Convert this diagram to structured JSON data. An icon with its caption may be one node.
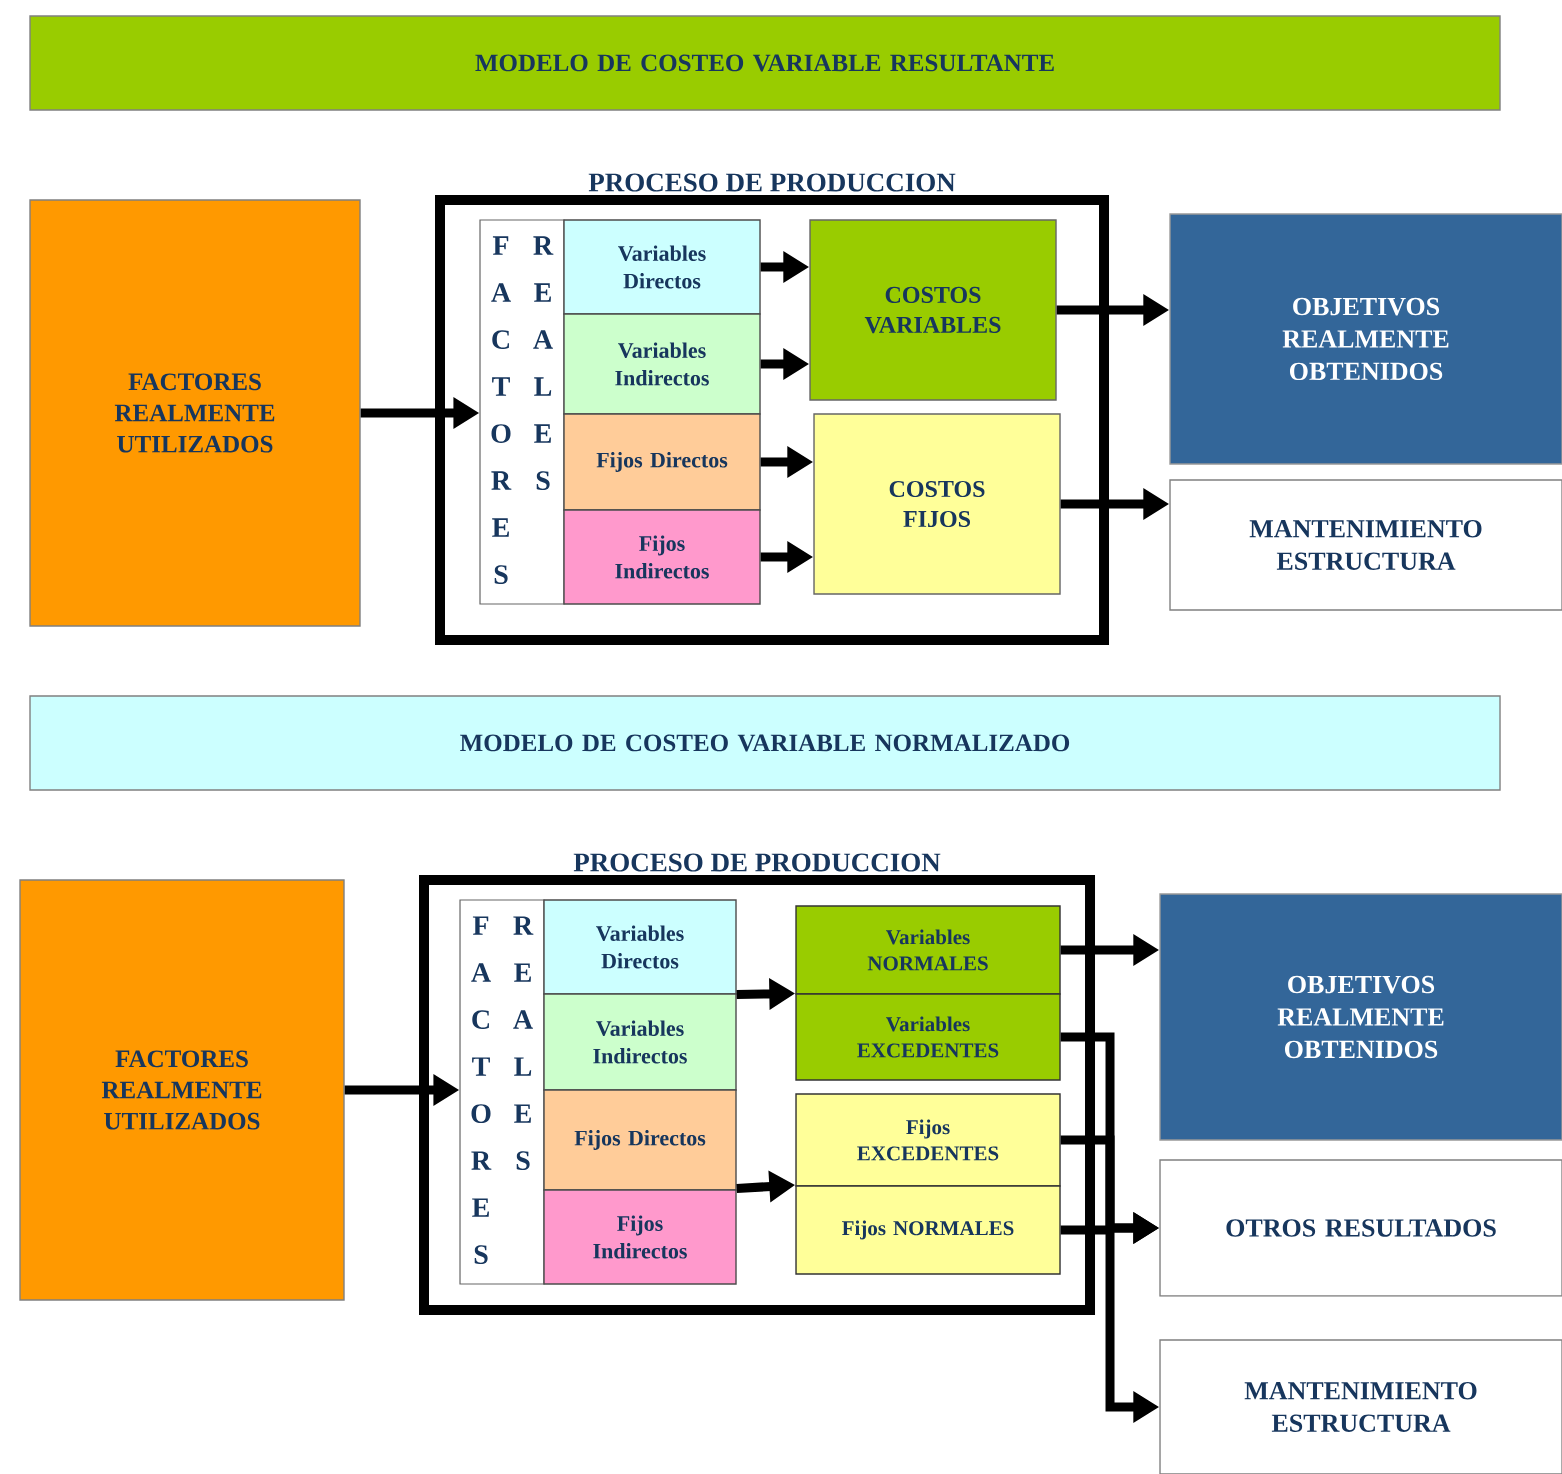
{
  "diagram": {
    "nodes": [
      {
        "text": [
          "MODELO DE COSTEO VARIABLE RESULTANTE"
        ]
      },
      {
        "text": [
          "PROCESO DE PRODUCCION"
        ]
      },
      {
        "text": [
          "FACTORES REALMENTE UTILIZADOS"
        ]
      },
      {
        "text": [
          "FACTORES",
          "REALES"
        ],
        "in": 1
      },
      {
        "text": [
          "Variables Directos"
        ],
        "in": 1
      },
      {
        "text": [
          "Variables Indirectos"
        ],
        "in": 1
      },
      {
        "text": [
          "Fijos Directos"
        ],
        "in": 1
      },
      {
        "text": [
          "Fijos Indirectos"
        ],
        "in": 1
      },
      {
        "text": [
          "COSTOS VARIABLES"
        ],
        "in": 1
      },
      {
        "text": [
          "COSTOS FIJOS"
        ],
        "in": 1
      },
      {
        "text": [
          "OBJETIVOS REALMENTE OBTENIDOS"
        ]
      },
      {
        "text": [
          "MANTENIMIENTO ESTRUCTURA"
        ]
      },
      {
        "text": [
          "MODELO DE COSTEO VARIABLE NORMALIZADO"
        ]
      },
      {
        "text": [
          "PROCESO DE PRODUCCION"
        ]
      },
      {
        "text": [
          "FACTORES REALMENTE UTILIZADOS"
        ]
      },
      {
        "text": [
          "FACTORES",
          "REALES"
        ],
        "in": 13
      },
      {
        "text": [
          "Variables Directos"
        ],
        "in": 13
      },
      {
        "text": [
          "Variables Indirectos"
        ],
        "in": 13
      },
      {
        "text": [
          "Fijos Directos"
        ],
        "in": 13
      },
      {
        "text": [
          "Fijos Indirectos"
        ],
        "in": 13
      },
      {
        "text": [
          "Variables NORMALES"
        ],
        "in": 13
      },
      {
        "text": [
          "Variables EXCEDENTES"
        ],
        "in": 13
      },
      {
        "text": [
          "Fijos EXCEDENTES"
        ],
        "in": 13
      },
      {
        "text": [
          "Fijos NORMALES"
        ],
        "in": 13
      },
      {
        "text": [
          "OBJETIVOS REALMENTE OBTENIDOS"
        ]
      },
      {
        "text": [
          "OTROS RESULTADOS"
        ]
      },
      {
        "text": [
          "MANTENIMIENTO ESTRUCTURA"
        ]
      }
    ],
    "edges": [
      {
        "from": 2,
        "to": 3,
        "arrow": "to"
      },
      {
        "from": 4,
        "to": 8,
        "arrow": "to"
      },
      {
        "from": 5,
        "to": 8,
        "arrow": "to"
      },
      {
        "from": 6,
        "to": 9,
        "arrow": "to"
      },
      {
        "from": 7,
        "to": 9,
        "arrow": "to"
      },
      {
        "from": 8,
        "to": 10,
        "arrow": "to"
      },
      {
        "from": 9,
        "to": 11,
        "arrow": "to"
      },
      {
        "from": 14,
        "to": 15,
        "arrow": "to"
      },
      {
        "from": 16,
        "to": 20,
        "arrow": "to"
      },
      {
        "from": 16,
        "to": 21,
        "arrow": "to"
      },
      {
        "from": 17,
        "to": 20,
        "arrow": "to"
      },
      {
        "from": 17,
        "to": 21,
        "arrow": "to"
      },
      {
        "from": 18,
        "to": 22,
        "arrow": "to"
      },
      {
        "from": 18,
        "to": 23,
        "arrow": "to"
      },
      {
        "from": 19,
        "to": 22,
        "arrow": "to"
      },
      {
        "from": 19,
        "to": 23,
        "arrow": "to"
      },
      {
        "from": 20,
        "to": 24,
        "arrow": "to"
      },
      {
        "from": 21,
        "to": 25,
        "arrow": "to"
      },
      {
        "from": 22,
        "to": 25,
        "arrow": "to"
      },
      {
        "from": 23,
        "to": 26,
        "arrow": "to"
      }
    ]
  }
}
